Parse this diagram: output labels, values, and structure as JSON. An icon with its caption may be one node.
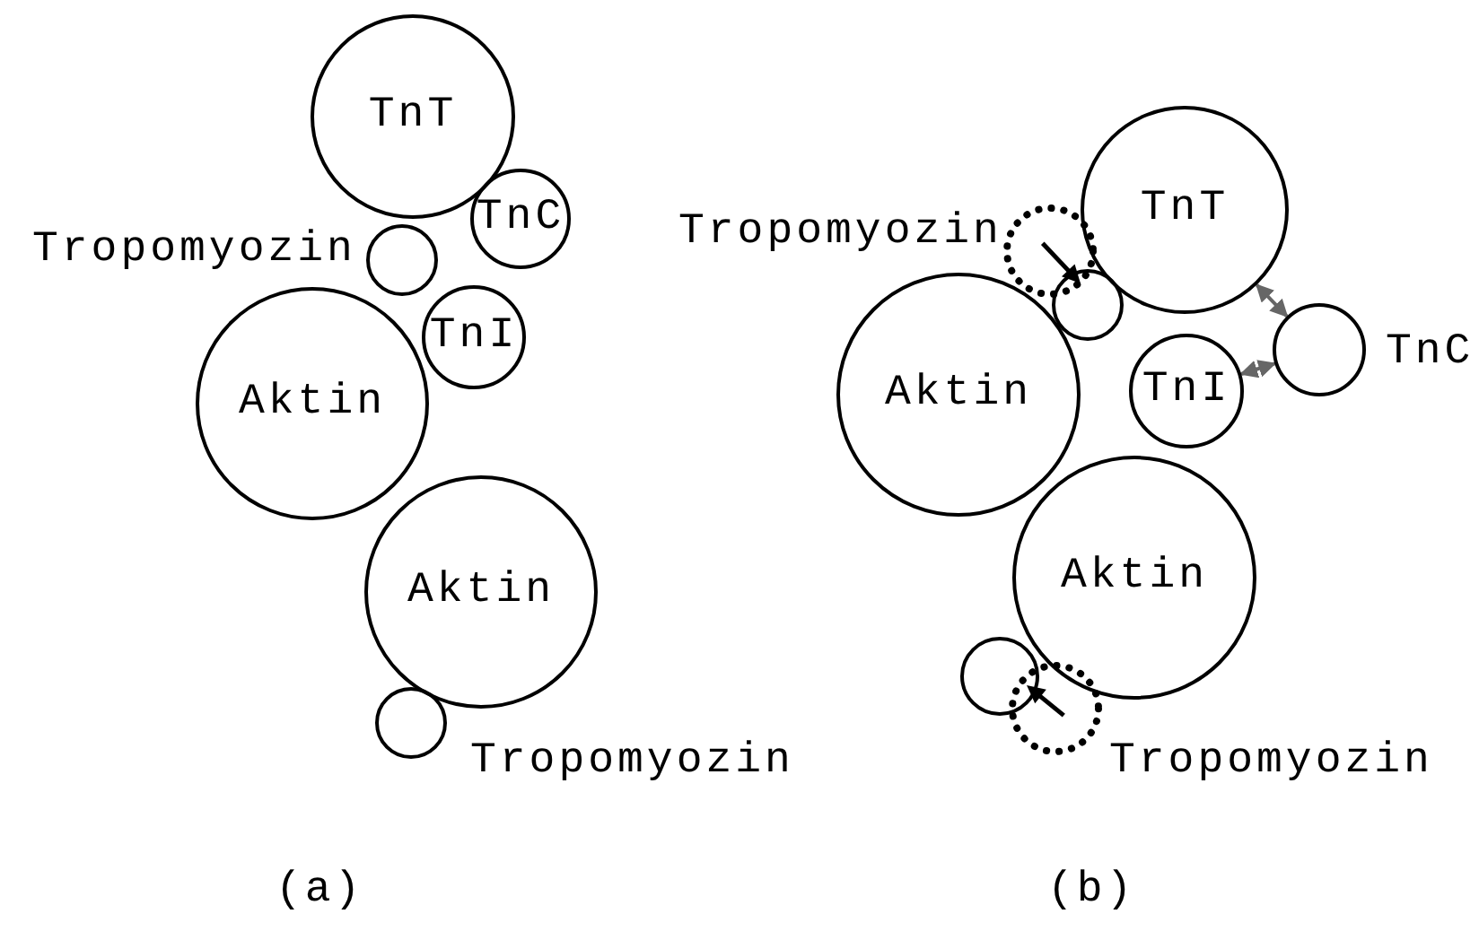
{
  "diagram": {
    "nodes": [
      {
        "text": [
          "TnT"
        ]
      },
      {
        "text": [
          "TnC"
        ]
      },
      {
        "text": [],
        "shape": "circle",
        "beside": [
          "Tropomyozin"
        ]
      },
      {
        "text": [
          "TnI"
        ]
      },
      {
        "text": [
          "Aktin"
        ]
      },
      {
        "text": [
          "Aktin"
        ]
      },
      {
        "text": [],
        "shape": "circle",
        "beside": [
          "Tropomyozin"
        ]
      },
      {
        "text": [],
        "shape": "circle"
      },
      {
        "text": [
          "TnT"
        ]
      },
      {
        "text": [],
        "shape": "circle",
        "beside": [
          "TnC"
        ]
      },
      {
        "text": [
          "TnI"
        ]
      },
      {
        "text": [
          "Aktin"
        ]
      },
      {
        "text": [
          "Aktin"
        ]
      },
      {
        "text": [],
        "shape": "circle"
      }
    ],
    "edges": [
      {
        "from": 9,
        "to": 8,
        "arrow": "both",
        "color": "#666666"
      },
      {
        "from": 9,
        "to": 10,
        "arrow": "both",
        "color": "#666666"
      }
    ],
    "labels": [
      "Tropomyozin",
      "Tropomyozin",
      "(a)",
      "(b)"
    ]
  }
}
